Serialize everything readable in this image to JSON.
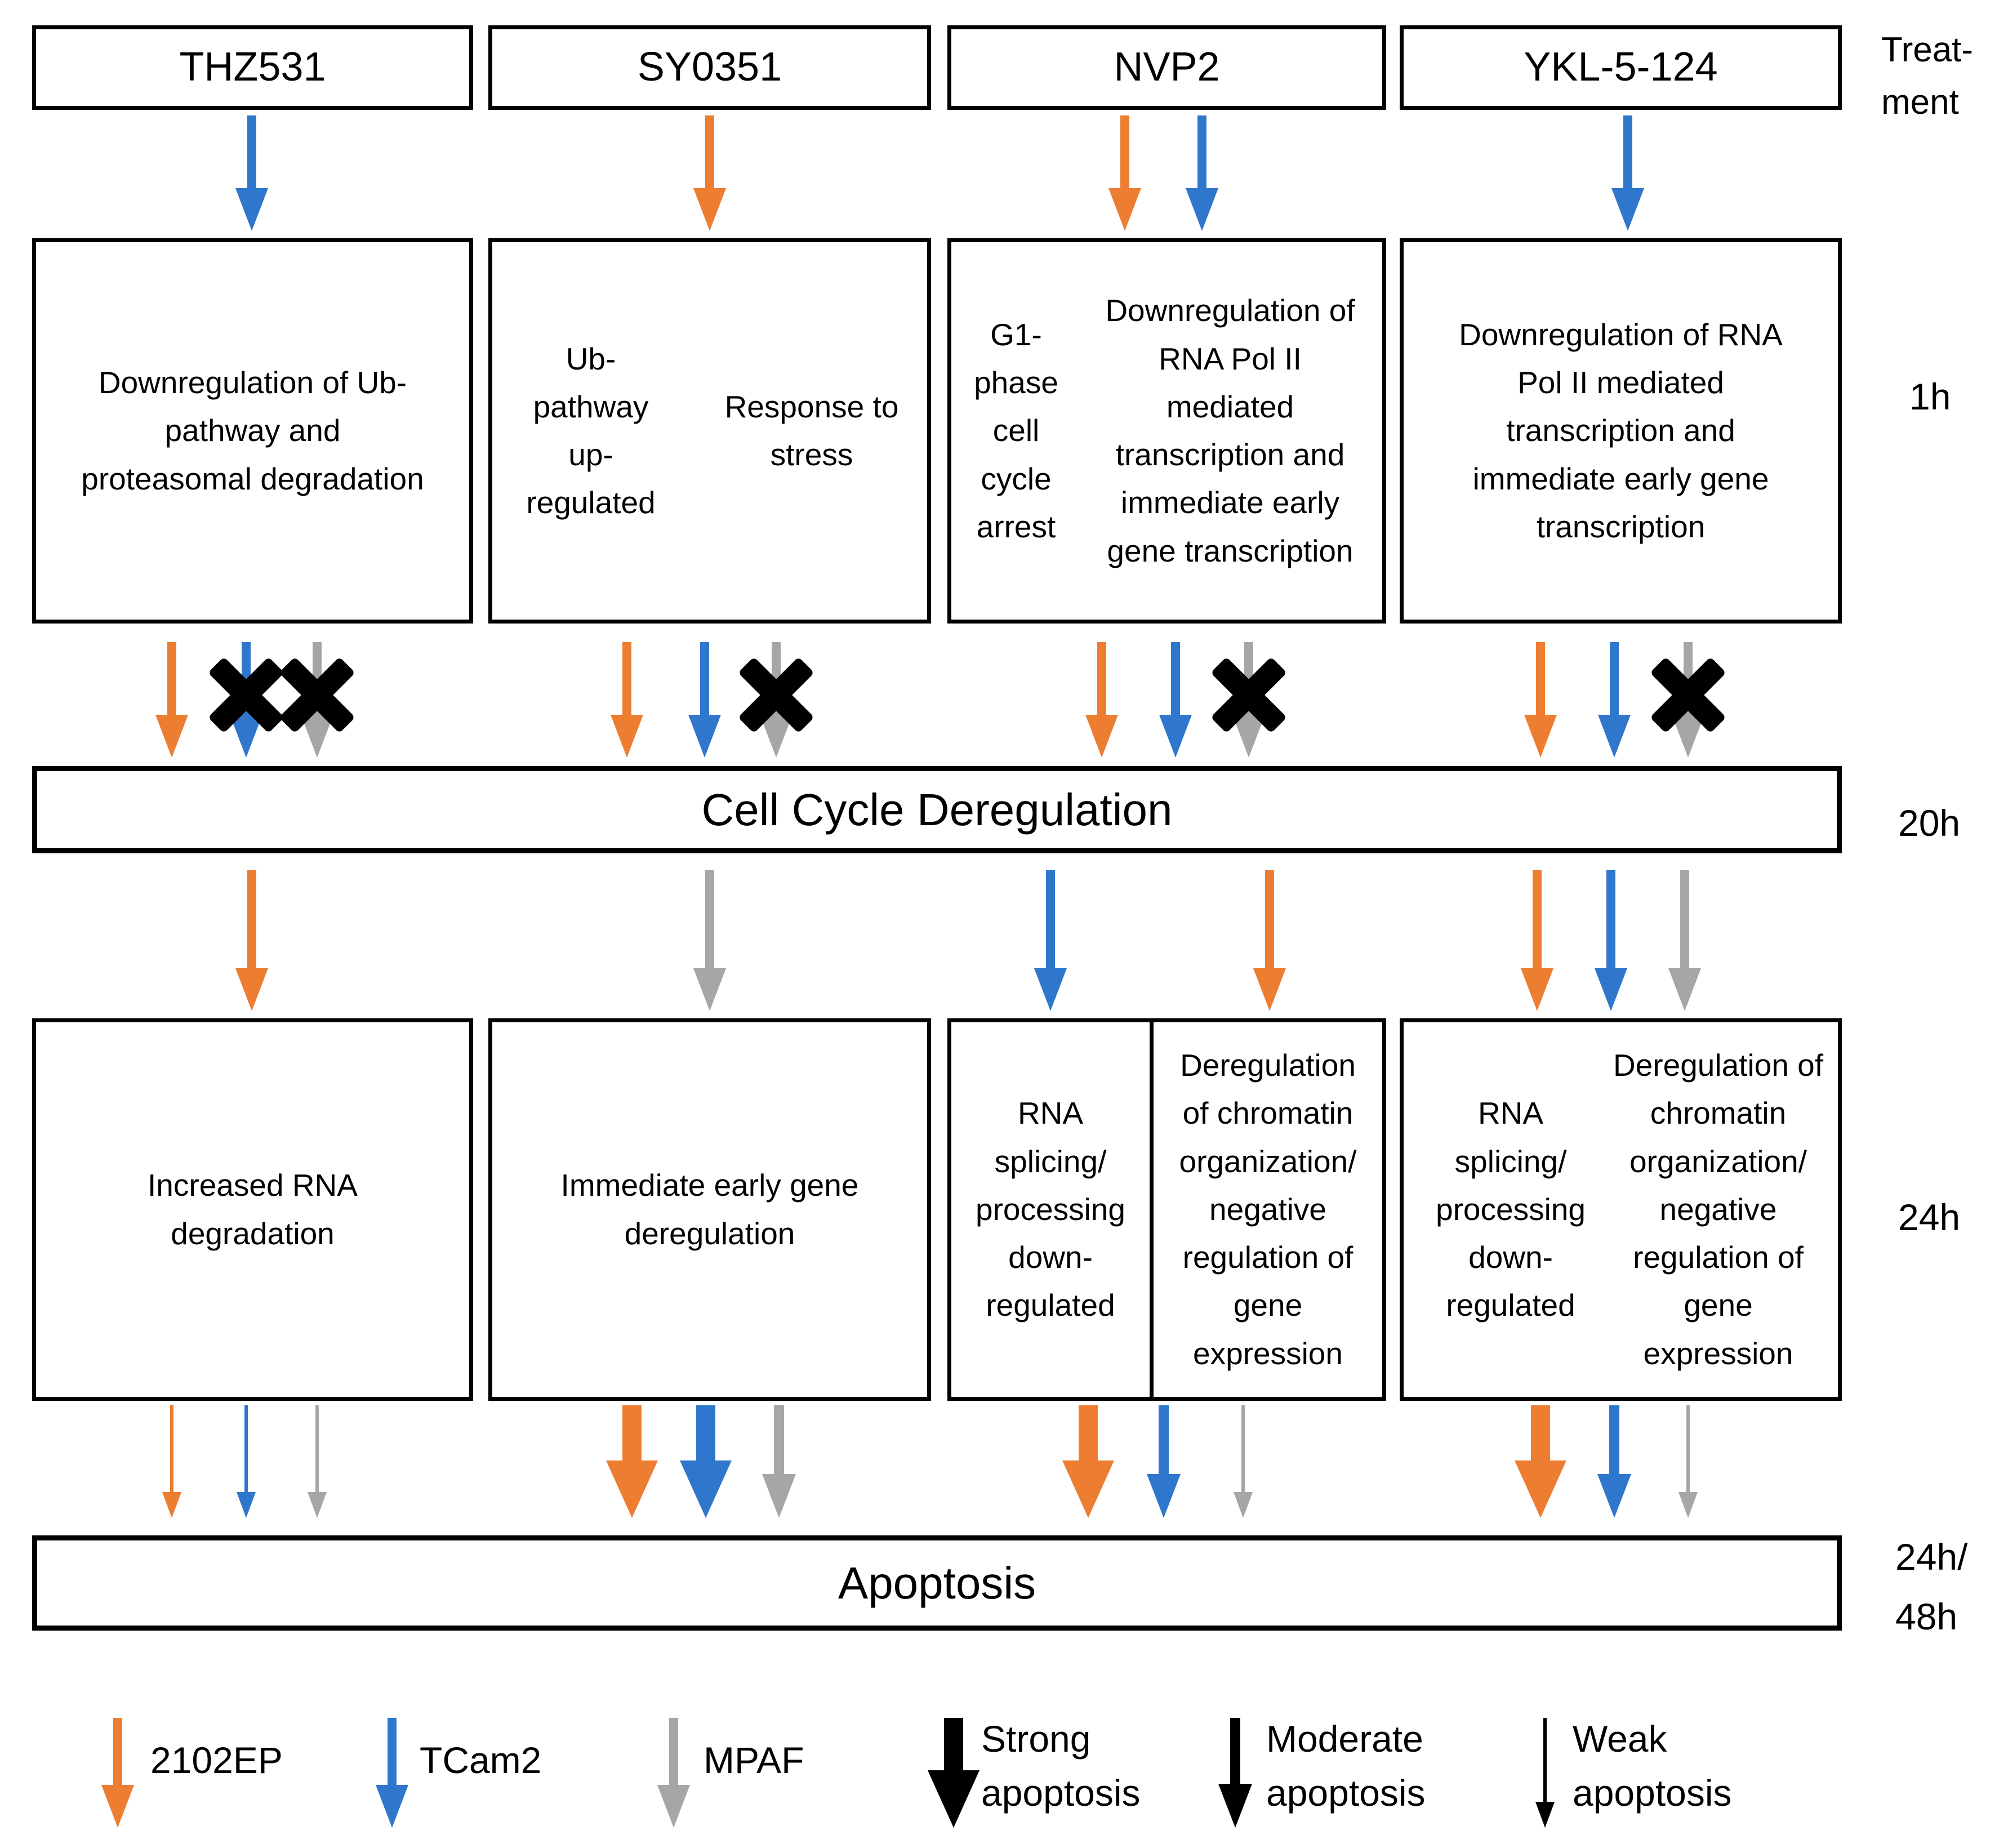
{
  "colors": {
    "orange": "#ED7D31",
    "blue": "#2E77CC",
    "gray": "#A6A6A6",
    "black": "#000000"
  },
  "treatments": [
    "THZ531",
    "SY0351",
    "NVP2",
    "YKL-5-124"
  ],
  "side": {
    "treatment": [
      "Treat-",
      "ment"
    ],
    "t1": "1h",
    "t2": "20h",
    "t3": "24h",
    "t4": [
      "24h/",
      "48h"
    ]
  },
  "row1": {
    "thz531": "Downregulation of Ub-pathway and proteasomal degradation",
    "sy0351_left": "Ub-pathway up-regulated",
    "sy0351_right": "Response to stress",
    "nvp2_left": "G1-phase cell cycle arrest",
    "nvp2_right": "Downregulation of RNA Pol II mediated transcription and immediate early gene transcription",
    "ykl": "Downregulation of RNA Pol II mediated transcription and immediate early gene transcription"
  },
  "bar1": "Cell Cycle Deregulation",
  "row2": {
    "thz531": "Increased RNA degradation",
    "sy0351": "Immediate early gene deregulation",
    "nvp2_left": "RNA splicing/ processing down-regulated",
    "nvp2_right": "Deregulation of chromatin organization/ negative regulation of gene expression",
    "ykl_left": "RNA splicing/ processing down-regulated",
    "ykl_right": "Deregulation of chromatin organization/ negative regulation of gene expression"
  },
  "bar2": "Apoptosis",
  "legend": {
    "cell_lines": [
      {
        "label": "2102EP",
        "color": "orange"
      },
      {
        "label": "TCam2",
        "color": "blue"
      },
      {
        "label": "MPAF",
        "color": "gray"
      }
    ],
    "apoptosis": [
      {
        "label": "Strong apoptosis",
        "strength": "strong"
      },
      {
        "label": "Moderate apoptosis",
        "strength": "moderate"
      },
      {
        "label": "Weak apoptosis",
        "strength": "weak"
      }
    ]
  },
  "icons": {
    "cross": "heavy-x"
  }
}
